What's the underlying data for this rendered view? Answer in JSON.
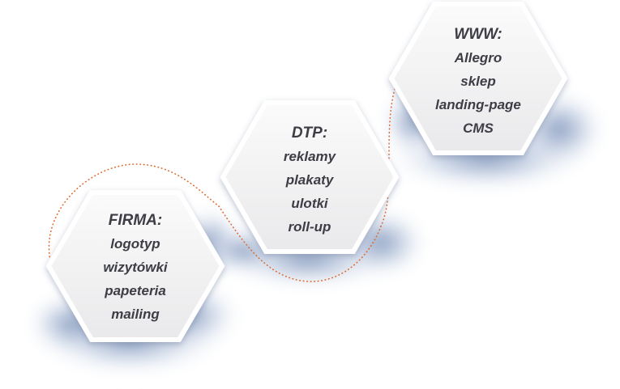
{
  "hexagons": [
    {
      "heading": "FIRMA:",
      "items": [
        "logotyp",
        "wizytówki",
        "papeteria",
        "mailing"
      ]
    },
    {
      "heading": "DTP:",
      "items": [
        "reklamy",
        "plakaty",
        "ulotki",
        "roll-up"
      ]
    },
    {
      "heading": "WWW:",
      "items": [
        "Allegro",
        "sklep",
        "landing-page",
        "CMS"
      ]
    }
  ],
  "colors": {
    "text": "#3d3d45",
    "hex_fill": "#f3f3f3",
    "cloud": "#9aaecd",
    "dotted_line": "#e0672a"
  }
}
